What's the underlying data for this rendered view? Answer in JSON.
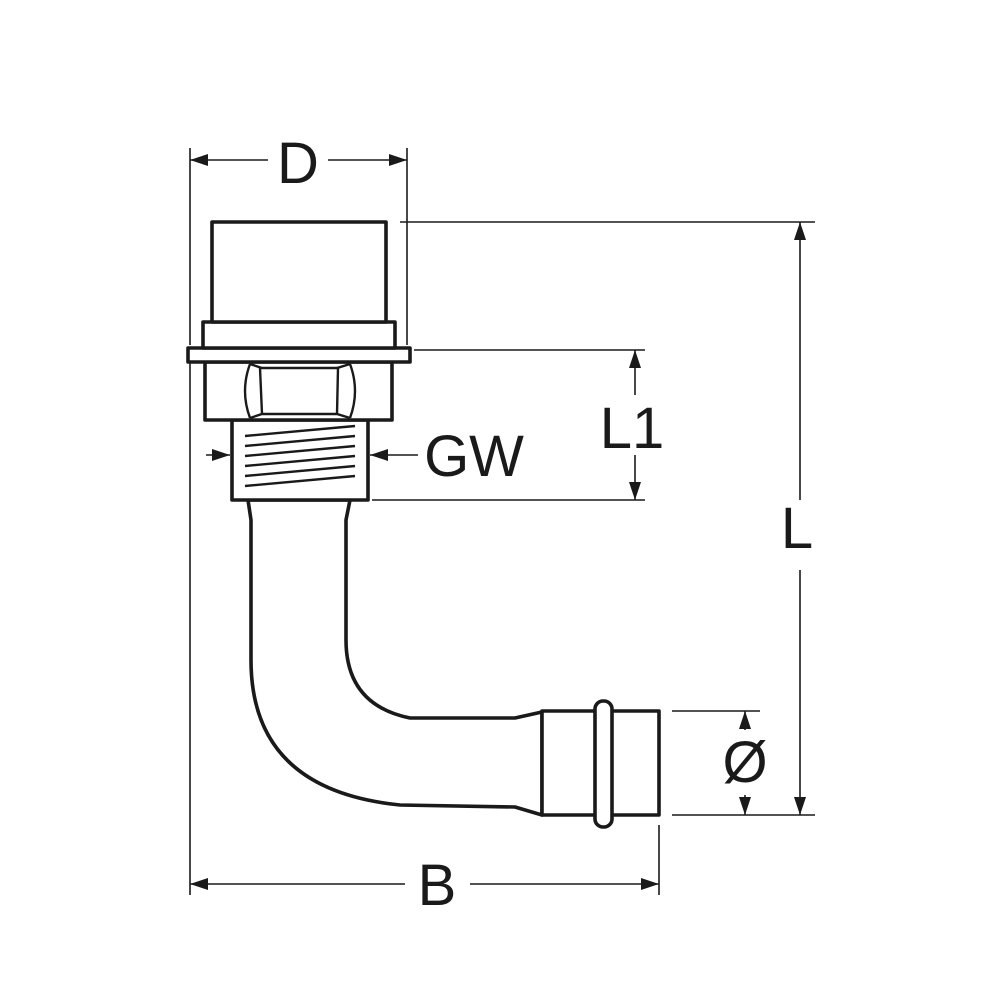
{
  "labels": {
    "D": "D",
    "L": "L",
    "L1": "L1",
    "GW": "GW",
    "B": "B",
    "diameter": "Ø"
  }
}
